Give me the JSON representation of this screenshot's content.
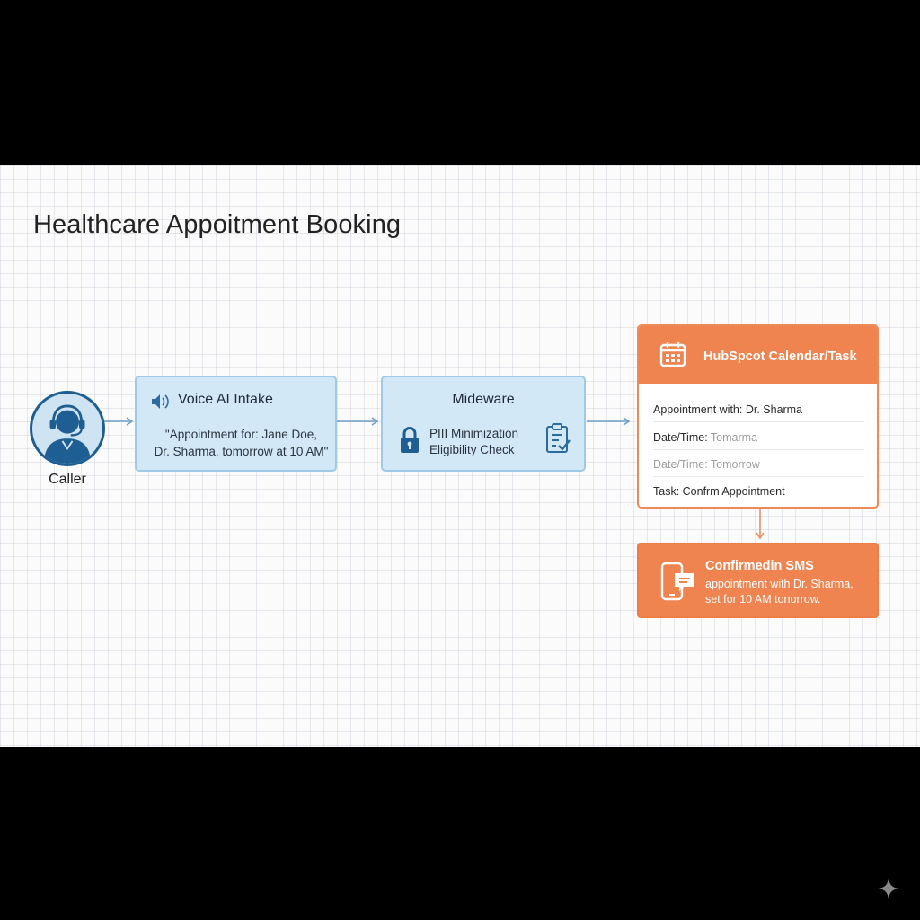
{
  "title": "Healthcare Appoitment Booking",
  "caller": {
    "label": "Caller",
    "icon": "headset-agent-icon"
  },
  "voice": {
    "icon": "speaker-icon",
    "title": "Voice AI Intake",
    "quote_line1": "\"Appointment for: Jane Doe,",
    "quote_line2": "Dr. Sharma, tomorrow at 10 AM\""
  },
  "middleware": {
    "title": "Mideware",
    "line1": "PIII Minimization",
    "line2": "Eligibility Check",
    "icons": [
      "lock-icon",
      "clipboard-check-icon"
    ]
  },
  "hubspot": {
    "icon": "calendar-icon",
    "title": "HubSpcot Calendar/Task",
    "row1": "Appointment with: Dr. Sharma",
    "row2_label": "Date/Time:",
    "row2_value": "Tomarma",
    "row3_label": "Date/Time:",
    "row3_value": "Tomorrow",
    "row4": "Task: Confrm Appointment"
  },
  "sms": {
    "icon": "phone-message-icon",
    "title": "Confirmedin SMS",
    "line1": "appointment with Dr. Sharma,",
    "line2": "set for 10 AM tonorrow."
  },
  "colors": {
    "blue_fill": "#d3e8f6",
    "blue_border": "#9fc9e7",
    "orange": "#ef8450",
    "arrow_blue": "#6f9fc6",
    "arrow_orange": "#e8926a"
  }
}
